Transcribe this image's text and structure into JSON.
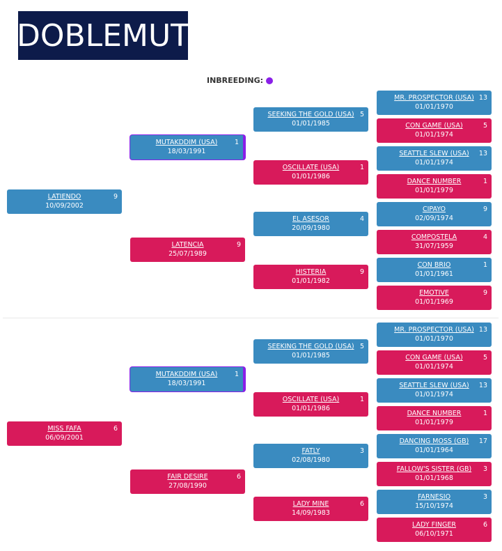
{
  "title": "DOBLEMUT",
  "inbreeding_label": "INBREEDING:",
  "sire_side": {
    "root": {
      "name": "LATIENDO",
      "date": "10/09/2002",
      "count": "9"
    },
    "gen2": [
      {
        "name": "MUTAKDDIM (USA)",
        "date": "18/03/1991",
        "count": "1"
      },
      {
        "name": "LATENCIA",
        "date": "25/07/1989",
        "count": "9"
      }
    ],
    "gen3": [
      {
        "name": "SEEKING THE GOLD (USA)",
        "date": "01/01/1985",
        "count": "5"
      },
      {
        "name": "OSCILLATE (USA)",
        "date": "01/01/1986",
        "count": "1"
      },
      {
        "name": "EL ASESOR",
        "date": "20/09/1980",
        "count": "4"
      },
      {
        "name": "HISTERIA",
        "date": "01/01/1982",
        "count": "9"
      }
    ],
    "gen4": [
      {
        "name": "MR. PROSPECTOR (USA)",
        "date": "01/01/1970",
        "count": "13"
      },
      {
        "name": "CON GAME (USA)",
        "date": "01/01/1974",
        "count": "5"
      },
      {
        "name": "SEATTLE SLEW (USA)",
        "date": "01/01/1974",
        "count": "13"
      },
      {
        "name": "DANCE NUMBER",
        "date": "01/01/1979",
        "count": "1"
      },
      {
        "name": "CIPAYO",
        "date": "02/09/1974",
        "count": "9"
      },
      {
        "name": "COMPOSTELA",
        "date": "31/07/1959",
        "count": "4"
      },
      {
        "name": "CON BRIO",
        "date": "01/01/1961",
        "count": "1"
      },
      {
        "name": "EMOTIVE",
        "date": "01/01/1969",
        "count": "9"
      }
    ]
  },
  "dam_side": {
    "root": {
      "name": "MISS FAFA",
      "date": "06/09/2001",
      "count": "6"
    },
    "gen2": [
      {
        "name": "MUTAKDDIM (USA)",
        "date": "18/03/1991",
        "count": "1"
      },
      {
        "name": "FAIR DESIRE",
        "date": "27/08/1990",
        "count": "6"
      }
    ],
    "gen3": [
      {
        "name": "SEEKING THE GOLD (USA)",
        "date": "01/01/1985",
        "count": "5"
      },
      {
        "name": "OSCILLATE (USA)",
        "date": "01/01/1986",
        "count": "1"
      },
      {
        "name": "FATLY",
        "date": "02/08/1980",
        "count": "3"
      },
      {
        "name": "LADY MINE",
        "date": "14/09/1983",
        "count": "6"
      }
    ],
    "gen4": [
      {
        "name": "MR. PROSPECTOR (USA)",
        "date": "01/01/1970",
        "count": "13"
      },
      {
        "name": "CON GAME (USA)",
        "date": "01/01/1974",
        "count": "5"
      },
      {
        "name": "SEATTLE SLEW (USA)",
        "date": "01/01/1974",
        "count": "13"
      },
      {
        "name": "DANCE NUMBER",
        "date": "01/01/1979",
        "count": "1"
      },
      {
        "name": "DANCING MOSS (GB)",
        "date": "01/01/1964",
        "count": "17"
      },
      {
        "name": "FALLOW'S SISTER (GB)",
        "date": "01/01/1968",
        "count": "3"
      },
      {
        "name": "FARNESIO",
        "date": "15/10/1974",
        "count": "3"
      },
      {
        "name": "LADY FINGER",
        "date": "06/10/1971",
        "count": "6"
      }
    ]
  },
  "colors": {
    "male": "#3a8bc0",
    "female": "#d81a5b",
    "inbreeding": "#8a1fe8",
    "title_bg": "#0d1b4a"
  }
}
